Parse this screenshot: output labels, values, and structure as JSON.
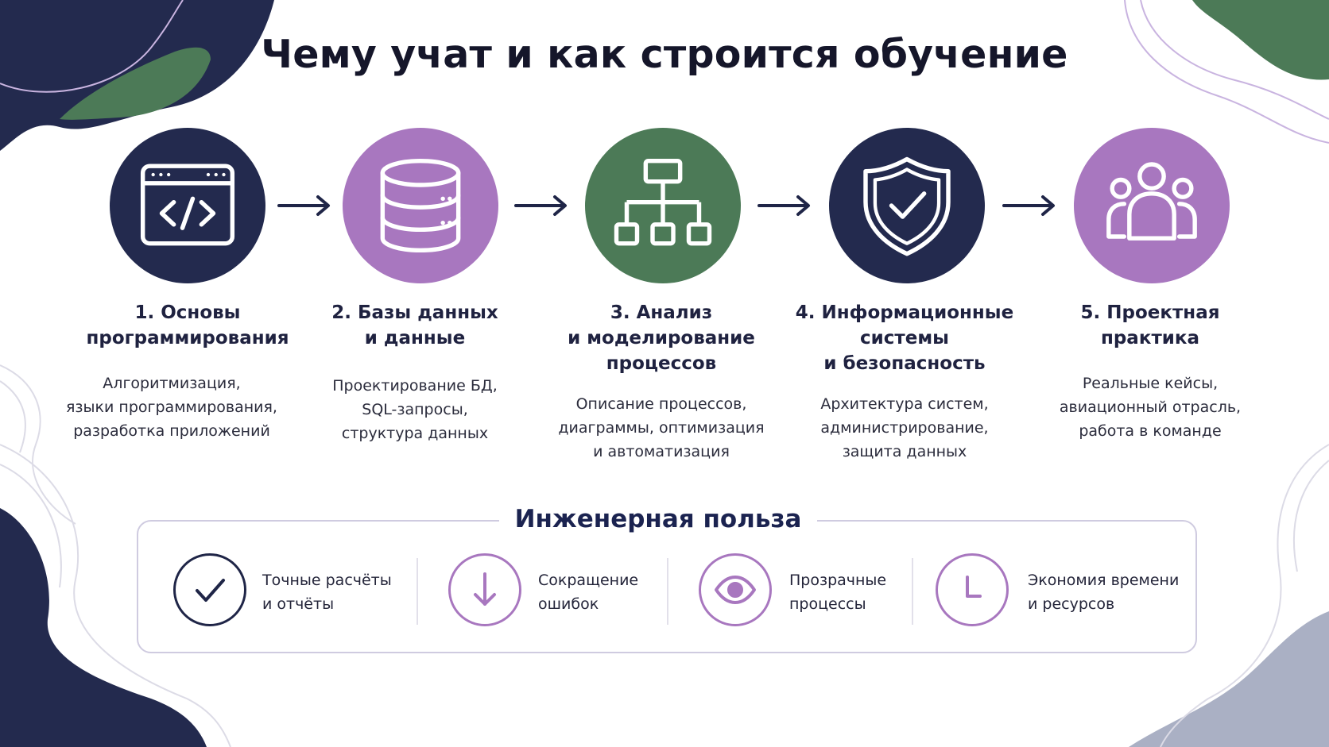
{
  "title": "Чему учат и как строится обучение",
  "colors": {
    "navy": "#232a4e",
    "purple": "#a877bf",
    "green": "#4c7a57",
    "gray": "#aab0c4",
    "line_purple": "#c9b4e0"
  },
  "steps": [
    {
      "icon": "code-window-icon",
      "color": "#232a4e",
      "title": "1. Основы\nпрограммирования",
      "desc": "Алгоритмизация,\nязыки программирования,\nразработка приложений"
    },
    {
      "icon": "database-icon",
      "color": "#a877bf",
      "title": "2. Базы данных\nи данные",
      "desc": "Проектирование БД,\nSQL-запросы,\nструктура данных"
    },
    {
      "icon": "hierarchy-diagram-icon",
      "color": "#4c7a57",
      "title": "3. Анализ\nи моделирование\nпроцессов",
      "desc": "Описание процессов,\nдиаграммы, оптимизация\nи автоматизация"
    },
    {
      "icon": "shield-check-icon",
      "color": "#232a4e",
      "title": "4. Информационные\nсистемы\nи безопасность",
      "desc": "Архитектура систем,\nадминистрирование,\nзащита данных"
    },
    {
      "icon": "team-icon",
      "color": "#a877bf",
      "title": "5. Проектная\nпрактика",
      "desc": "Реальные кейсы,\nавиационный отрасль,\nработа в команде"
    }
  ],
  "benefits": {
    "heading": "Инженерная польза",
    "items": [
      {
        "icon": "checkmark-icon",
        "color": "#1f2547",
        "text": "Точные расчёты\nи отчёты"
      },
      {
        "icon": "arrow-down-icon",
        "color": "#a877bf",
        "text": "Сокращение\nошибок"
      },
      {
        "icon": "eye-icon",
        "color": "#a877bf",
        "text": "Прозрачные\nпроцессы"
      },
      {
        "icon": "clock-icon",
        "color": "#a877bf",
        "text": "Экономия времени\nи ресурсов"
      }
    ]
  }
}
